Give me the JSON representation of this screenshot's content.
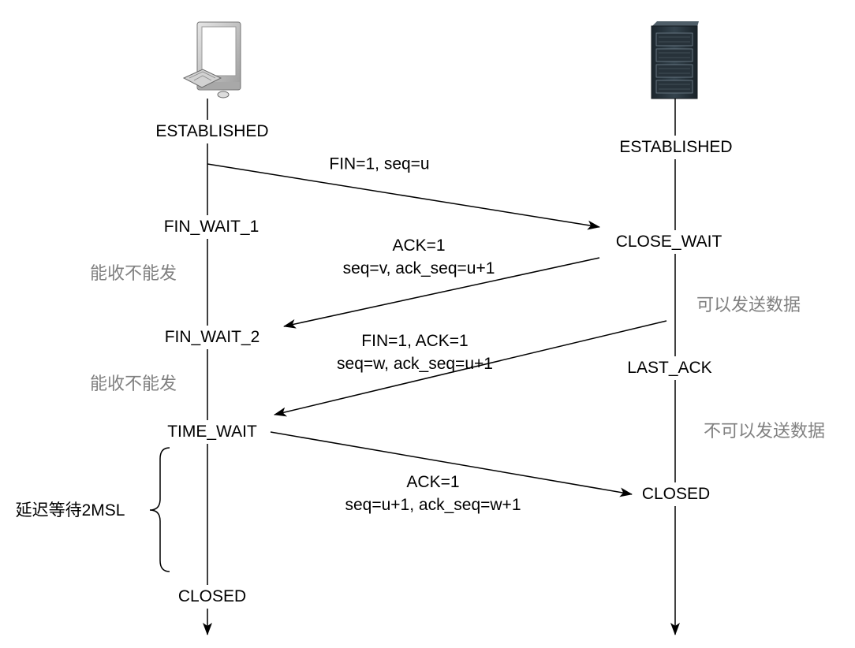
{
  "client": {
    "state_established": "ESTABLISHED",
    "state_fin_wait_1": "FIN_WAIT_1",
    "state_fin_wait_2": "FIN_WAIT_2",
    "state_time_wait": "TIME_WAIT",
    "state_closed": "CLOSED",
    "note_after_fin_wait_1": "能收不能发",
    "note_after_fin_wait_2": "能收不能发",
    "time_wait_note": "延迟等待2MSL"
  },
  "server": {
    "state_established": "ESTABLISHED",
    "state_close_wait": "CLOSE_WAIT",
    "state_last_ack": "LAST_ACK",
    "state_closed": "CLOSED",
    "note_close_wait": "可以发送数据",
    "note_last_ack": "不可以发送数据"
  },
  "messages": [
    {
      "direction": "client-to-server",
      "lines": [
        "FIN=1, seq=u"
      ]
    },
    {
      "direction": "server-to-client",
      "lines": [
        "ACK=1",
        "seq=v, ack_seq=u+1"
      ]
    },
    {
      "direction": "server-to-client",
      "lines": [
        "FIN=1, ACK=1",
        "seq=w, ack_seq=u+1"
      ]
    },
    {
      "direction": "client-to-server",
      "lines": [
        "ACK=1",
        "seq=u+1, ack_seq=w+1"
      ]
    }
  ],
  "icons": {
    "client": "desktop-computer-icon",
    "server": "server-icon"
  },
  "colors": {
    "text": "#000000",
    "note": "#808080",
    "line": "#000000"
  }
}
